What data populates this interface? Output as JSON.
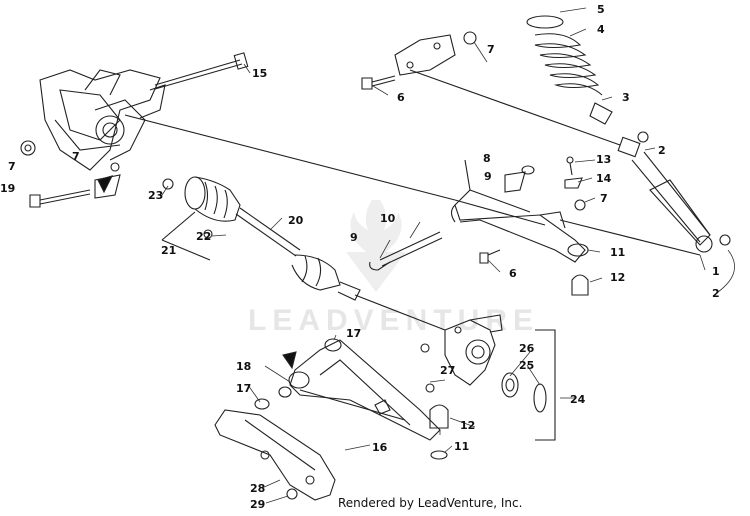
{
  "watermark": "LEADVENTURE",
  "footer": "Rendered by LeadVenture, Inc.",
  "callouts": [
    "1",
    "2",
    "2",
    "3",
    "4",
    "5",
    "6",
    "6",
    "7",
    "7",
    "7",
    "7",
    "8",
    "9",
    "9",
    "10",
    "11",
    "11",
    "12",
    "12",
    "13",
    "14",
    "15",
    "16",
    "17",
    "17",
    "18",
    "19",
    "20",
    "21",
    "22",
    "23",
    "24",
    "25",
    "26",
    "27",
    "28",
    "29"
  ]
}
